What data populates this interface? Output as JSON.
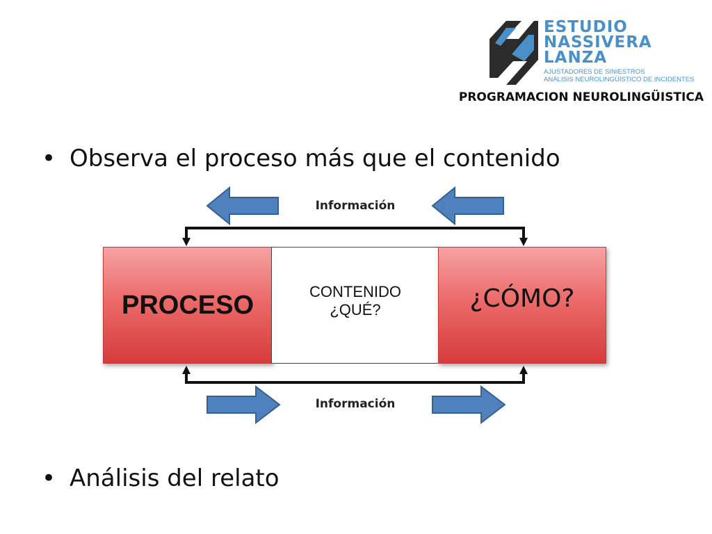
{
  "header": {
    "logo_lines": [
      "ESTUDIO",
      "NASSIVERA",
      "LANZA"
    ],
    "logo_subtitles": [
      "AJUSTADORES DE SINIESTROS",
      "ANÁLISIS NEUROLINGÜÍSTICO DE INCIDENTES"
    ],
    "program_title": "PROGRAMACION NEUROLINGÜISTICA"
  },
  "bullets": [
    "Observa el proceso más que el contenido",
    "Análisis del relato"
  ],
  "diagram": {
    "info_top": "Información",
    "info_bottom": "Información",
    "box_left": "PROCESO",
    "box_center_line1": "CONTENIDO",
    "box_center_line2": "¿QUÉ?",
    "box_right": "¿CÓMO?"
  },
  "colors": {
    "brand_blue": "#4a90c8",
    "arrow_blue": "#4f81bd",
    "box_red": "#e35a5a"
  },
  "icons": {
    "bullet": "bullet-dot",
    "logo": "shield-slash-logo"
  }
}
